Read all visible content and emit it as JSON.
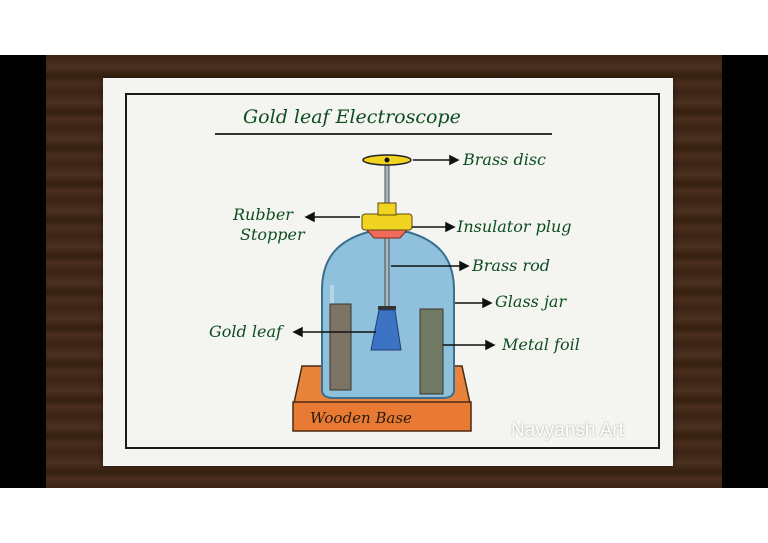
{
  "title": "Gold leaf Electroscope",
  "labels": {
    "brass_disc": "Brass disc",
    "rubber_stopper_1": "Rubber",
    "rubber_stopper_2": "Stopper",
    "insulator_plug": "Insulator plug",
    "brass_rod": "Brass rod",
    "glass_jar": "Glass jar",
    "gold_leaf": "Gold leaf",
    "metal_foil": "Metal foil",
    "wooden_base": "Wooden Base"
  },
  "watermark": "Navyansh Art",
  "colors": {
    "label_ink": "#0e4d22",
    "brass": "#f1d321",
    "insulator": "#f26a5a",
    "glass": "#8fc0dc",
    "foil": "#7d7466",
    "gold_leaf": "#3d73c4",
    "base": "#e87a33"
  }
}
